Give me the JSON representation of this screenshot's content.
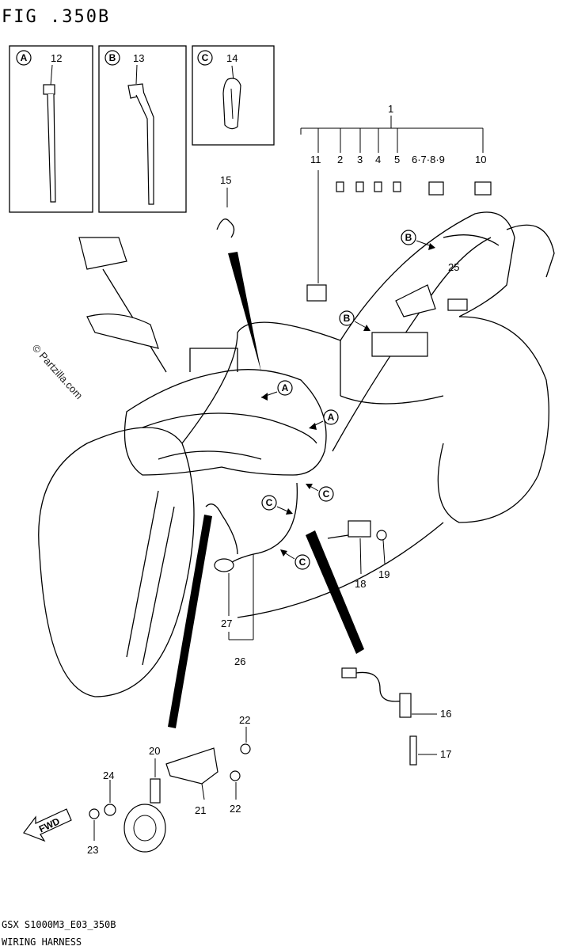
{
  "figure": {
    "title": "FIG .350B",
    "caption_code": "GSX S1000M3_E03_350B",
    "caption_name": "WIRING HARNESS",
    "watermark": "© Partzilla.com",
    "fwd_label": "FWD"
  },
  "insets": [
    {
      "letter": "A",
      "part": "12"
    },
    {
      "letter": "B",
      "part": "13"
    },
    {
      "letter": "C",
      "part": "14"
    }
  ],
  "parts": {
    "p1": "1",
    "p2": "2",
    "p3": "3",
    "p4": "4",
    "p5": "5",
    "p6to9": "6·7·8·9",
    "p10": "10",
    "p11": "11",
    "p15": "15",
    "p16": "16",
    "p17": "17",
    "p18": "18",
    "p19": "19",
    "p20": "20",
    "p21": "21",
    "p22a": "22",
    "p22b": "22",
    "p23": "23",
    "p24": "24",
    "p25": "25",
    "p26": "26",
    "p27": "27"
  },
  "callouts": {
    "a1": "A",
    "a2": "A",
    "b1": "B",
    "b2": "B",
    "c1": "C",
    "c2": "C",
    "c3": "C"
  }
}
